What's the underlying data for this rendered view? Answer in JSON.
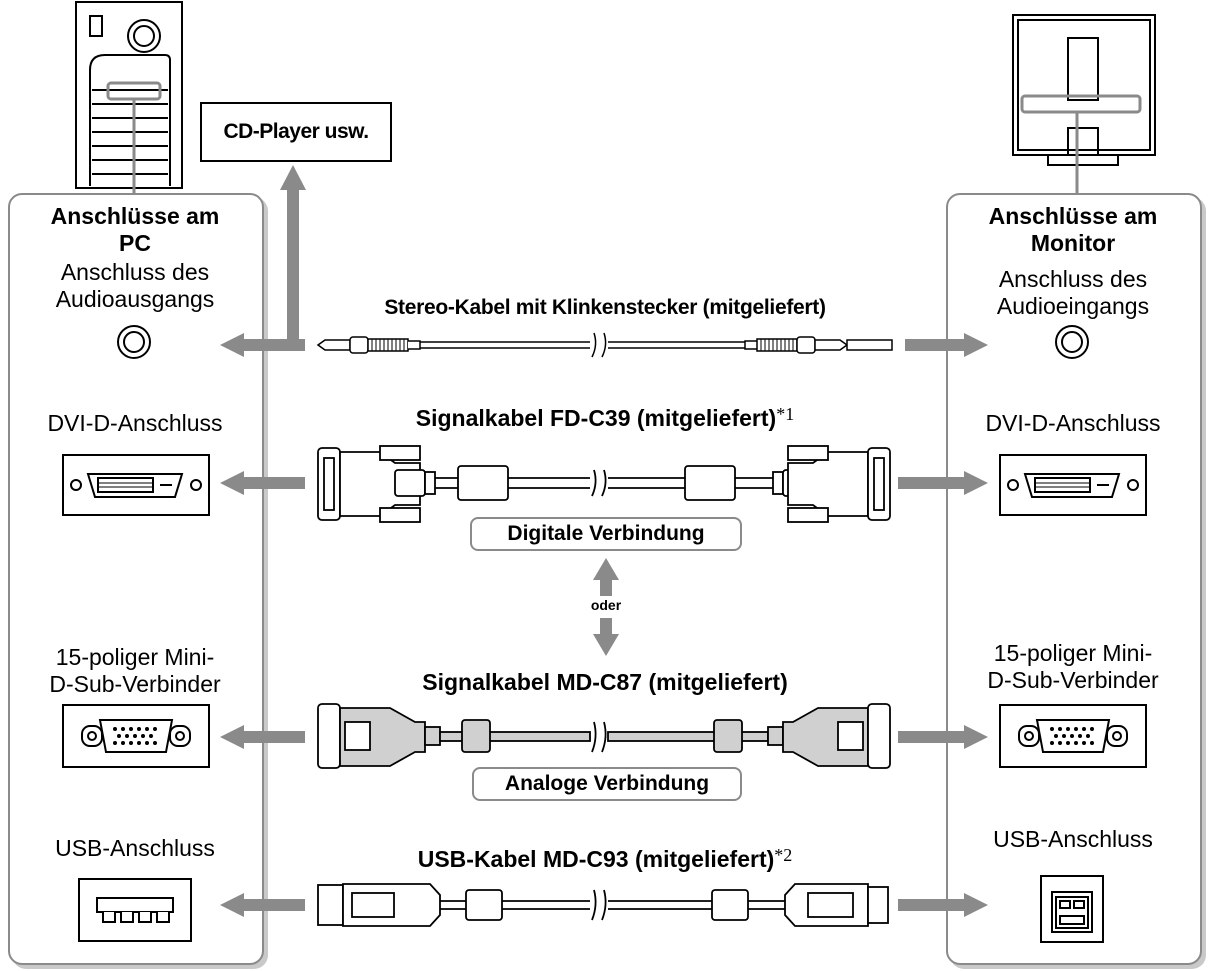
{
  "colors": {
    "arrow": "#8a8a8a",
    "panel_border": "#8a8a8a",
    "cable_fill": "#d0d0d0"
  },
  "pc_panel": {
    "title_line1": "Anschlüsse am",
    "title_line2": "PC",
    "audio_label_line1": "Anschluss des",
    "audio_label_line2": "Audioausgangs",
    "dvi_label": "DVI-D-Anschluss",
    "dsub_label_line1": "15-poliger Mini-",
    "dsub_label_line2": "D-Sub-Verbinder",
    "usb_label": "USB-Anschluss"
  },
  "monitor_panel": {
    "title_line1": "Anschlüsse am",
    "title_line2": "Monitor",
    "audio_label_line1": "Anschluss des",
    "audio_label_line2": "Audioeingangs",
    "dvi_label": "DVI-D-Anschluss",
    "dsub_label_line1": "15-poliger Mini-",
    "dsub_label_line2": "D-Sub-Verbinder",
    "usb_label": "USB-Anschluss"
  },
  "cd_player": "CD-Player usw.",
  "cables": {
    "stereo": "Stereo-Kabel mit Klinkenstecker (mitgeliefert)",
    "dvi": "Signalkabel FD-C39 (mitgeliefert)",
    "dvi_note": "*1",
    "dsub": "Signalkabel MD-C87 (mitgeliefert)",
    "usb": "USB-Kabel MD-C93 (mitgeliefert)",
    "usb_note": "*2"
  },
  "digital_connection": "Digitale Verbindung",
  "analog_connection": "Analoge Verbindung",
  "or_label": "oder"
}
